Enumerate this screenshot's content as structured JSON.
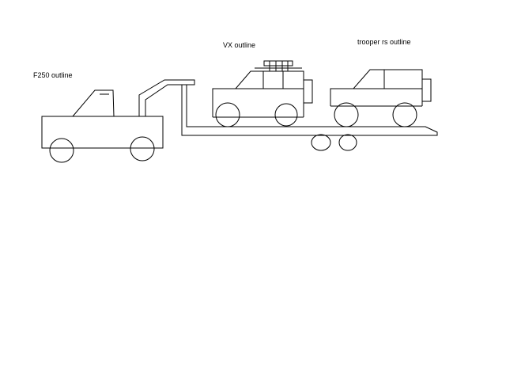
{
  "labels": {
    "f250": "F250 outline",
    "vx": "VX outline",
    "trooper": "trooper rs outline"
  },
  "colors": {
    "background": "#ffffff",
    "stroke": "#000000"
  }
}
